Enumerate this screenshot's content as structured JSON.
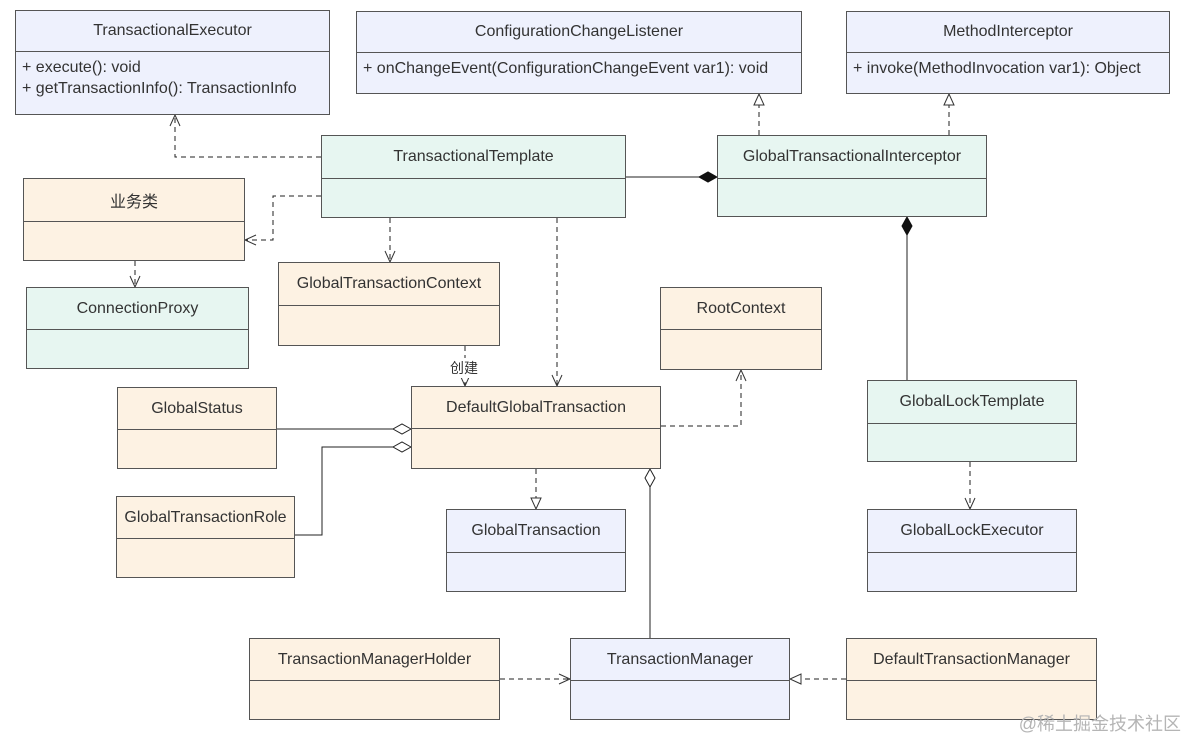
{
  "classes": {
    "transactional_executor": {
      "name": "TransactionalExecutor",
      "methods": [
        "+ execute(): void",
        "+ getTransactionInfo(): TransactionInfo"
      ]
    },
    "configuration_change_listener": {
      "name": "ConfigurationChangeListener",
      "methods": [
        "+ onChangeEvent(ConfigurationChangeEvent var1): void"
      ]
    },
    "method_interceptor": {
      "name": "MethodInterceptor",
      "methods": [
        "+ invoke(MethodInvocation var1): Object"
      ]
    },
    "transactional_template": {
      "name": "TransactionalTemplate"
    },
    "global_transactional_interceptor": {
      "name": "GlobalTransactionalInterceptor"
    },
    "business_class": {
      "name": "业务类"
    },
    "connection_proxy": {
      "name": "ConnectionProxy"
    },
    "global_transaction_context": {
      "name": "GlobalTransactionContext"
    },
    "root_context": {
      "name": "RootContext"
    },
    "global_status": {
      "name": "GlobalStatus"
    },
    "default_global_transaction": {
      "name": "DefaultGlobalTransaction"
    },
    "global_lock_template": {
      "name": "GlobalLockTemplate"
    },
    "global_transaction_role": {
      "name": "GlobalTransactionRole"
    },
    "global_transaction": {
      "name": "GlobalTransaction"
    },
    "global_lock_executor": {
      "name": "GlobalLockExecutor"
    },
    "transaction_manager_holder": {
      "name": "TransactionManagerHolder"
    },
    "transaction_manager": {
      "name": "TransactionManager"
    },
    "default_transaction_manager": {
      "name": "DefaultTransactionManager"
    }
  },
  "labels": {
    "create": "创建"
  },
  "watermark": "@稀土掘金技术社区",
  "colors": {
    "interface_fill": "#eef1fd",
    "core_fill": "#e7f6f1",
    "support_fill": "#fdf2e3",
    "border": "#555555",
    "line": "#222222"
  }
}
